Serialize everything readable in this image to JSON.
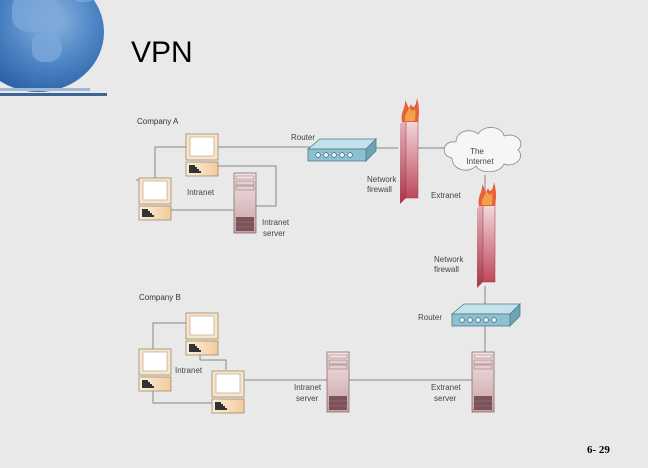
{
  "slide": {
    "title": "VPN",
    "page_number": "6- 29",
    "logo": "globe-icon"
  },
  "diagram": {
    "company_a": {
      "label": "Company A",
      "intranet_label": "Intranet",
      "server_label_1": "Intranet",
      "server_label_2": "server",
      "router_label": "Router",
      "firewall_label_1": "Network",
      "firewall_label_2": "firewall"
    },
    "internet": {
      "label_1": "The",
      "label_2": "Internet",
      "extranet_label": "Extranet"
    },
    "company_b": {
      "label": "Company B",
      "intranet_label": "Intranet",
      "firewall_label_1": "Network",
      "firewall_label_2": "firewall",
      "router_label": "Router",
      "intranet_server_label_1": "Intranet",
      "intranet_server_label_2": "server",
      "extranet_server_label_1": "Extranet",
      "extranet_server_label_2": "server"
    },
    "colors": {
      "line": "#888888",
      "router": "#8fc0cf",
      "firewall": "#c0485a",
      "server": "#c9a2a6",
      "computer": "#f5e2c4"
    }
  }
}
